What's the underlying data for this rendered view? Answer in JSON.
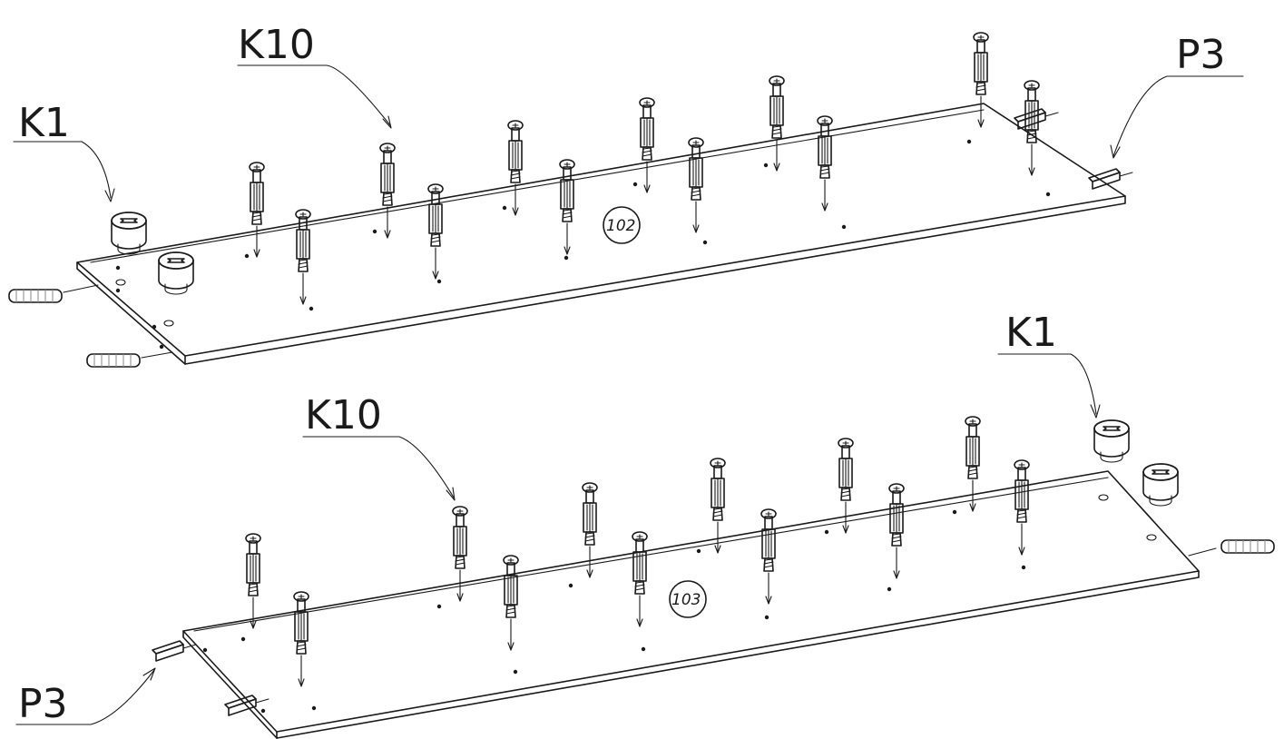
{
  "callouts": {
    "k1_top": "K1",
    "k10_top": "K10",
    "p3_top": "P3",
    "k1_bottom": "K1",
    "k10_bottom": "K10",
    "p3_bottom": "P3"
  },
  "panels": {
    "top": "102",
    "bottom": "103"
  }
}
